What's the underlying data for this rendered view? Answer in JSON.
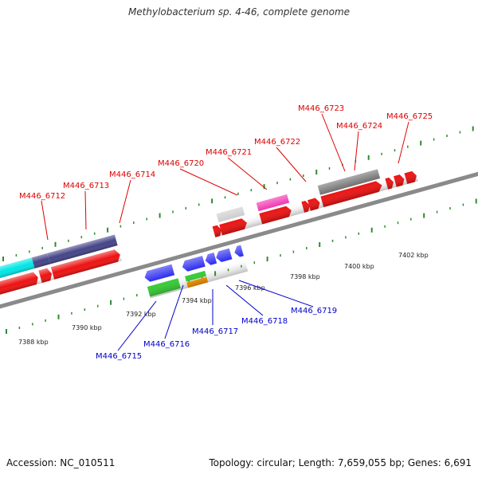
{
  "title": "Methylobacterium sp. 4-46, complete genome",
  "footer": {
    "accession": "Accession: NC_010511",
    "summary": "Topology: circular; Length: 7,659,055 bp; Genes: 6,691"
  },
  "colors": {
    "backbone": "#8a8a8a",
    "tick": "#2e8b2e",
    "top_label": "#dd0000",
    "bottom_label": "#0000cc"
  },
  "scale": [
    "7388 kbp",
    "7390 kbp",
    "7392 kbp",
    "7394 kbp",
    "7396 kbp",
    "7398 kbp",
    "7400 kbp",
    "7402 kbp"
  ],
  "top_genes": [
    "M446_6712",
    "M446_6713",
    "M446_6714",
    "M446_6720",
    "M446_6721",
    "M446_6722",
    "M446_6723",
    "M446_6724",
    "M446_6725"
  ],
  "bottom_genes": [
    "M446_6715",
    "M446_6716",
    "M446_6717",
    "M446_6718",
    "M446_6719"
  ]
}
